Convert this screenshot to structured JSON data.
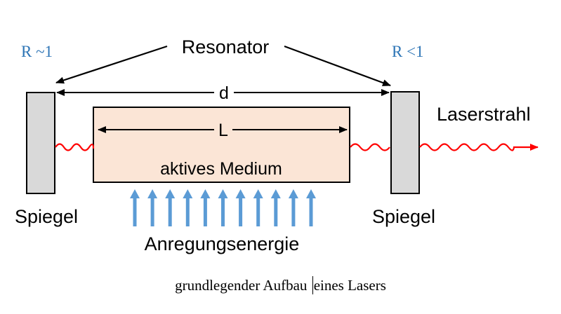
{
  "labels": {
    "resonator": "Resonator",
    "r_left": "R ~1",
    "r_right": "R <1",
    "d": "d",
    "l": "L",
    "medium": "aktives Medium",
    "laser_beam": "Laserstrahl",
    "mirror_left": "Spiegel",
    "mirror_right": "Spiegel",
    "pump": "Anregungsenergie"
  },
  "caption": {
    "before_cursor": "grundlegender Aufbau ",
    "after_cursor": "eines Lasers"
  },
  "colors": {
    "mirror_fill": "#d9d9d9",
    "medium_fill": "#fbe5d6",
    "pump_arrow": "#5b9bd5",
    "beam": "#ff0000",
    "reflectivity_text": "#2e75b6",
    "line": "#000000"
  },
  "pump_arrow_count": 11
}
